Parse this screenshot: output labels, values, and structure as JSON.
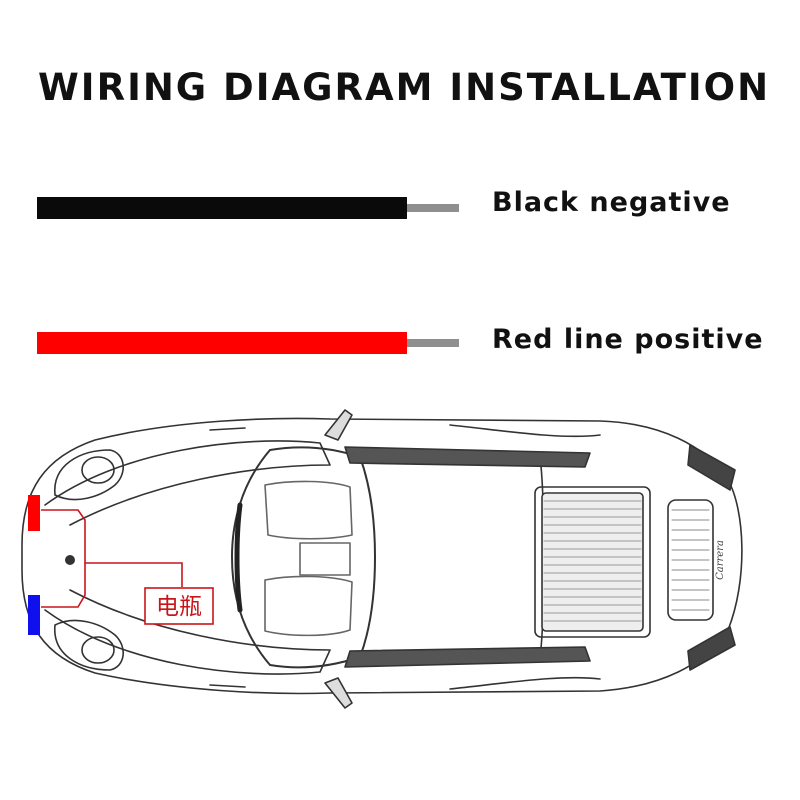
{
  "title": "WIRING DIAGRAM INSTALLATION",
  "legend": [
    {
      "label": "Black negative",
      "color": "#0a0a0a"
    },
    {
      "label": "Red line positive",
      "color": "#ff0000"
    }
  ],
  "core_color": "#8f8f8f",
  "diagram": {
    "battery_label": "电瓶",
    "badge_text": "Carrera",
    "connector_colors": {
      "top": "#ff0000",
      "bottom": "#1010ee"
    },
    "line_color": "#c8151b"
  }
}
